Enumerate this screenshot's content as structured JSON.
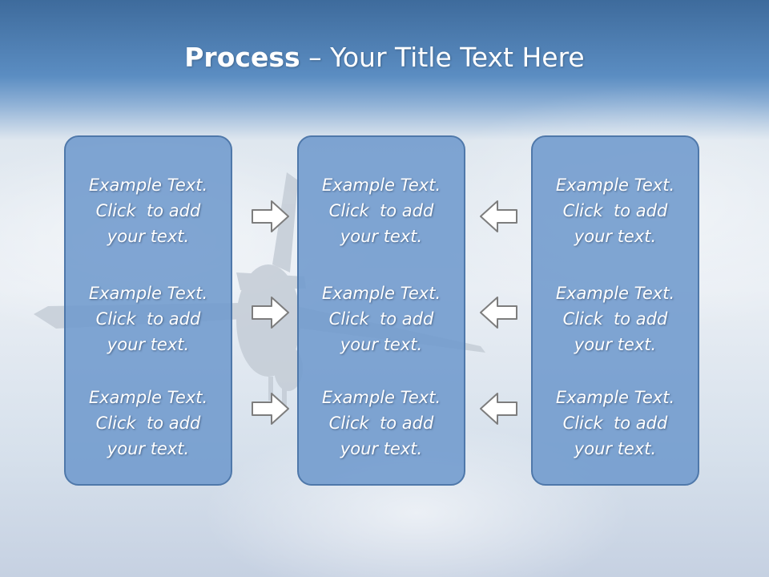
{
  "title": {
    "bold": "Process",
    "rest": " – Your Title Text Here"
  },
  "columns": [
    {
      "blocks": [
        [
          "Example Text.",
          "Click  to add",
          "your text."
        ],
        [
          "Example Text.",
          "Click  to add",
          "your text."
        ],
        [
          "Example Text.",
          "Click  to add",
          "your text."
        ]
      ]
    },
    {
      "blocks": [
        [
          "Example Text.",
          "Click  to add",
          "your text."
        ],
        [
          "Example Text.",
          "Click  to add",
          "your text."
        ],
        [
          "Example Text.",
          "Click  to add",
          "your text."
        ]
      ]
    },
    {
      "blocks": [
        [
          "Example Text.",
          "Click  to add",
          "your text."
        ],
        [
          "Example Text.",
          "Click  to add",
          "your text."
        ],
        [
          "Example Text.",
          "Click  to add",
          "your text."
        ]
      ]
    }
  ],
  "icons": {
    "right_arrows": "arrow-right-icon",
    "left_arrows": "arrow-left-icon",
    "background_image": "airplane-image"
  },
  "colors": {
    "box_fill": "#6f9acd",
    "box_border": "#4f78aa",
    "text": "#ffffff"
  }
}
